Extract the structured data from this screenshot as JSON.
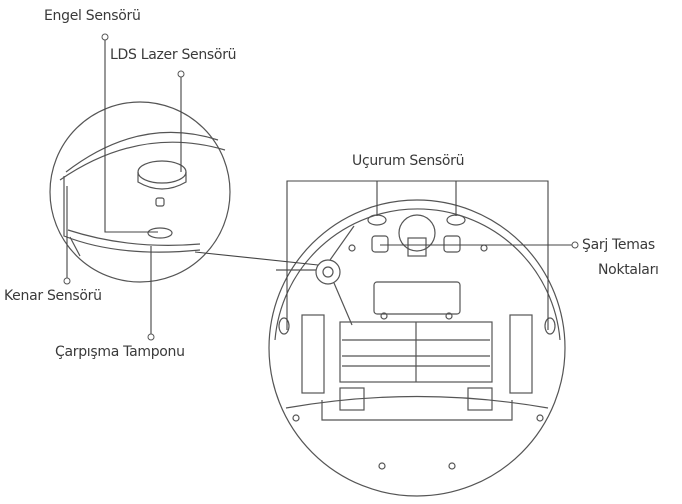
{
  "labels": {
    "obstacle_sensor": "Engel Sensörü",
    "lds_laser_sensor": "LDS Lazer Sensörü",
    "edge_sensor": "Kenar Sensörü",
    "bumper": "Çarpışma Tamponu",
    "cliff_sensor": "Uçurum Sensörü",
    "charging_contacts_line1": "Şarj Temas",
    "charging_contacts_line2": "Noktaları"
  }
}
